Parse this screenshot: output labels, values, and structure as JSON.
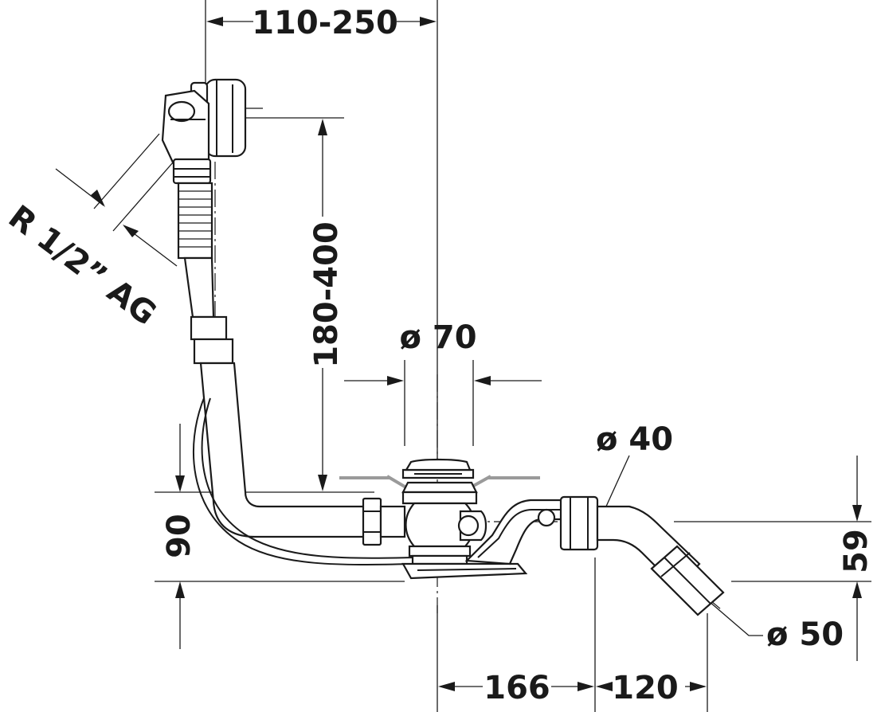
{
  "dimensions": {
    "top_width": "110-250",
    "overflow_height": "180-400",
    "thread_label": "R 1/2” AG",
    "drain_diameter": "ø 70",
    "pipe_diameter_40": "ø 40",
    "pipe_diameter_50": "ø 50",
    "height_90": "90",
    "height_59": "59",
    "offset_166": "166",
    "offset_120": "120"
  }
}
